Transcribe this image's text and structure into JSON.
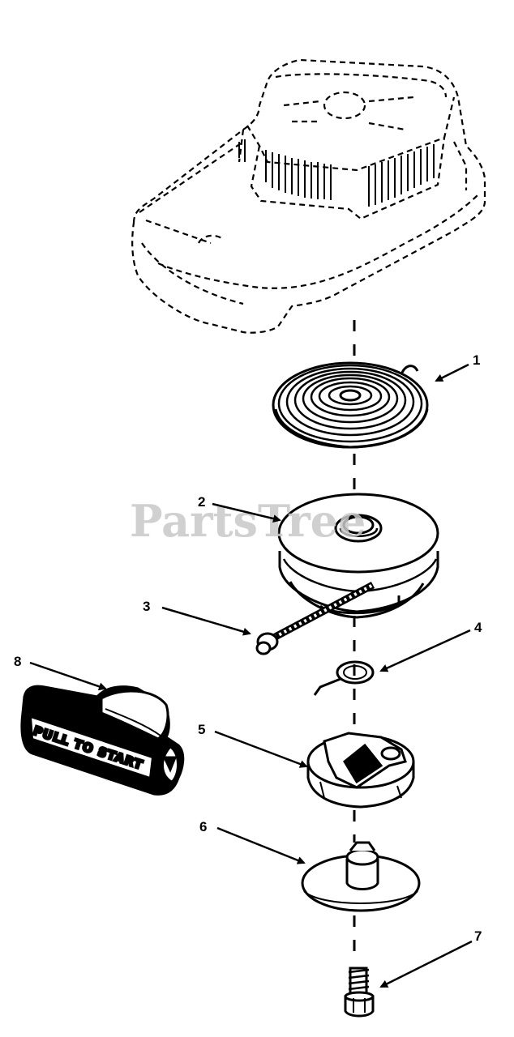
{
  "watermark": "PartsTree",
  "handle_text": "PULL TO START",
  "callouts": [
    {
      "label": "1"
    },
    {
      "label": "2"
    },
    {
      "label": "3"
    },
    {
      "label": "4"
    },
    {
      "label": "5"
    },
    {
      "label": "6"
    },
    {
      "label": "7"
    },
    {
      "label": "8"
    }
  ]
}
